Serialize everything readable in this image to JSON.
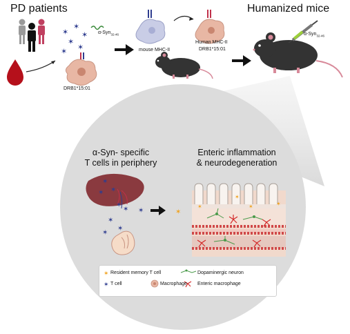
{
  "top": {
    "pd_patients": "PD patients",
    "humanized_mice": "Humanized mice",
    "asyn_peptide": "α-Syn32-46",
    "asyn_peptide_base": "α-Syn",
    "asyn_peptide_sub": "32-46",
    "drb1_patient": "DRB1*15:01",
    "mouse_mhc": "mouse MHC-II",
    "human_mhc": "Human MHC-II",
    "human_mhc_allele": "DRB1*15:01"
  },
  "bottom": {
    "periphery_line1": "α-Syn- specific",
    "periphery_line2": "T cells in periphery",
    "enteric_line1": "Enteric inflammation",
    "enteric_line2": "& neurodegeneration"
  },
  "legend": {
    "resident_memory": "Resident memory T cell",
    "dopaminergic": "Dopaminergic neuron",
    "t_cell": "T cell",
    "macrophage": "Macrophage",
    "enteric_macrophage": "Enteric macrophage"
  },
  "colors": {
    "circle_bg": "#dcdcdc",
    "blood": "#b5101b",
    "tcell": "#2f3d8f",
    "memory_t": "#f0a21e",
    "macrophage": "#e8b7a4",
    "enteric_macrophage": "#d42a2a",
    "neuron": "#4a9a4a",
    "spleen": "#8a3a3f",
    "mouse": "#333333",
    "mhc_cell": "#c9cde6"
  }
}
